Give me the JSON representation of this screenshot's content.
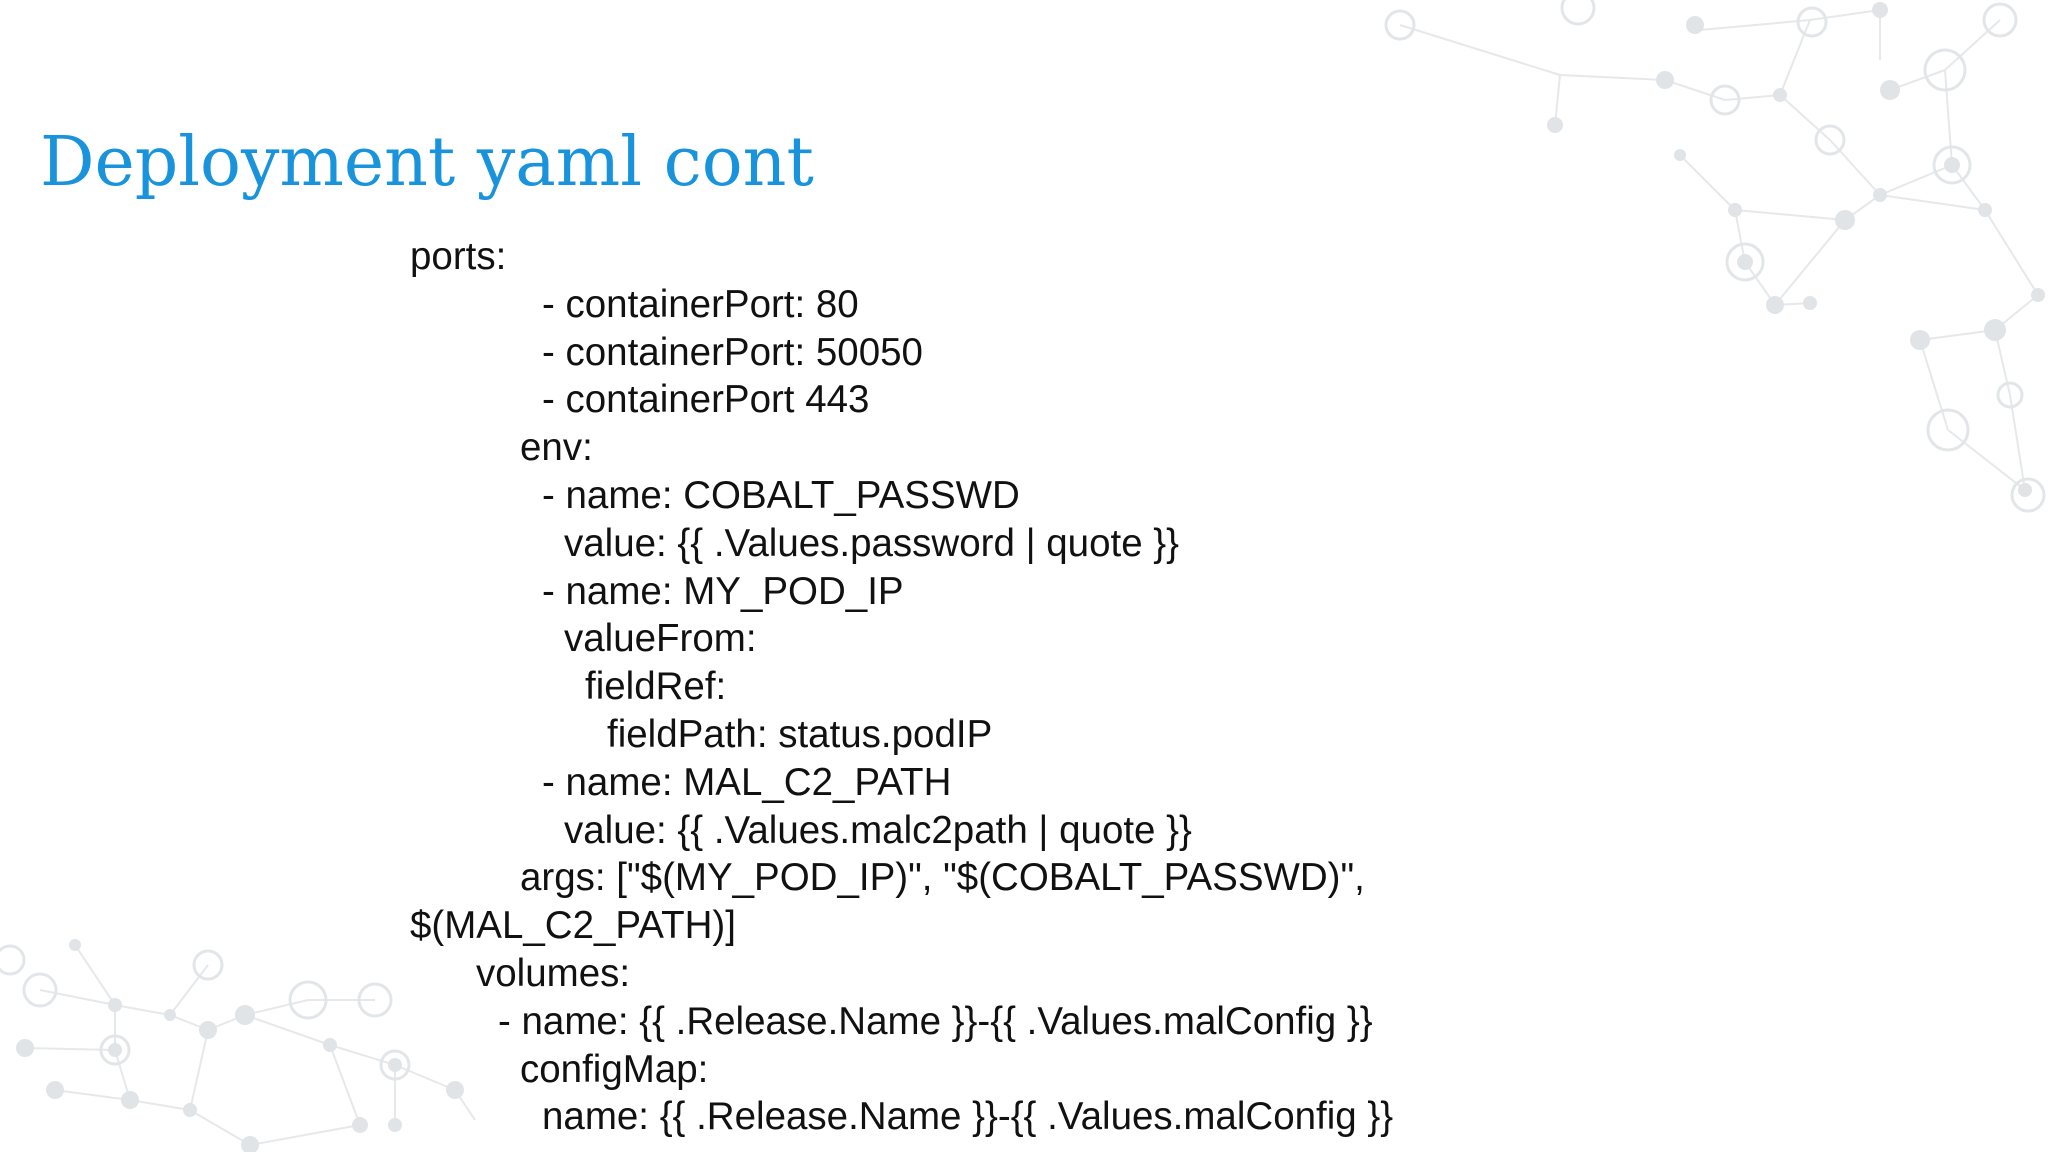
{
  "slide": {
    "title": "Deployment yaml cont",
    "accent_color": "#1a93dd",
    "decoration": "network-graph-icon",
    "lines": [
      "ports:",
      "- containerPort: 80",
      "- containerPort: 50050",
      "- containerPort 443",
      "env:",
      "- name: COBALT_PASSWD",
      "value: {{ .Values.password | quote }}",
      "- name: MY_POD_IP",
      "valueFrom:",
      "fieldRef:",
      "fieldPath: status.podIP",
      "- name: MAL_C2_PATH",
      "value: {{ .Values.malc2path | quote }}",
      "args: [\"$(MY_POD_IP)\", \"$(COBALT_PASSWD)\",",
      "$(MAL_C2_PATH)]",
      "volumes:",
      "- name: {{ .Release.Name }}-{{ .Values.malConfig }}",
      "configMap:",
      "name: {{ .Release.Name }}-{{ .Values.malConfig }}"
    ]
  }
}
